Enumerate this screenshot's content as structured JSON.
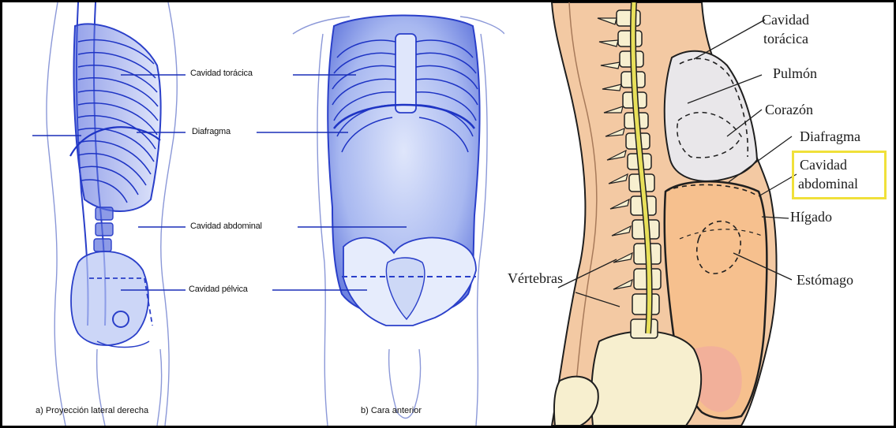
{
  "left_figure": {
    "labels": {
      "thoracic_cavity": "Cavidad torácica",
      "diaphragm": "Diafragma",
      "abdominal_cavity": "Cavidad abdominal",
      "pelvic_cavity": "Cavidad pélvica"
    },
    "captions": {
      "lateral_view": "a)  Proyección lateral derecha",
      "anterior_view": "b)  Cara anterior"
    }
  },
  "right_figure": {
    "labels": {
      "thoracic_cavity_line1": "Cavidad",
      "thoracic_cavity_line2": "torácica",
      "lung": "Pulmón",
      "heart": "Corazón",
      "diaphragm": "Diafragma",
      "abdominal_cavity_line1": "Cavidad",
      "abdominal_cavity_line2": "abdominal",
      "liver": "Hígado",
      "stomach": "Estómago",
      "vertebrae": "Vértebras"
    }
  },
  "colors": {
    "anatomy_blue": "#2a3fc9",
    "skin": "#f3c9a3",
    "spine_cord": "#e8e05a",
    "abdomen_fill": "#f6c08e",
    "highlight": "#f0e03a"
  }
}
